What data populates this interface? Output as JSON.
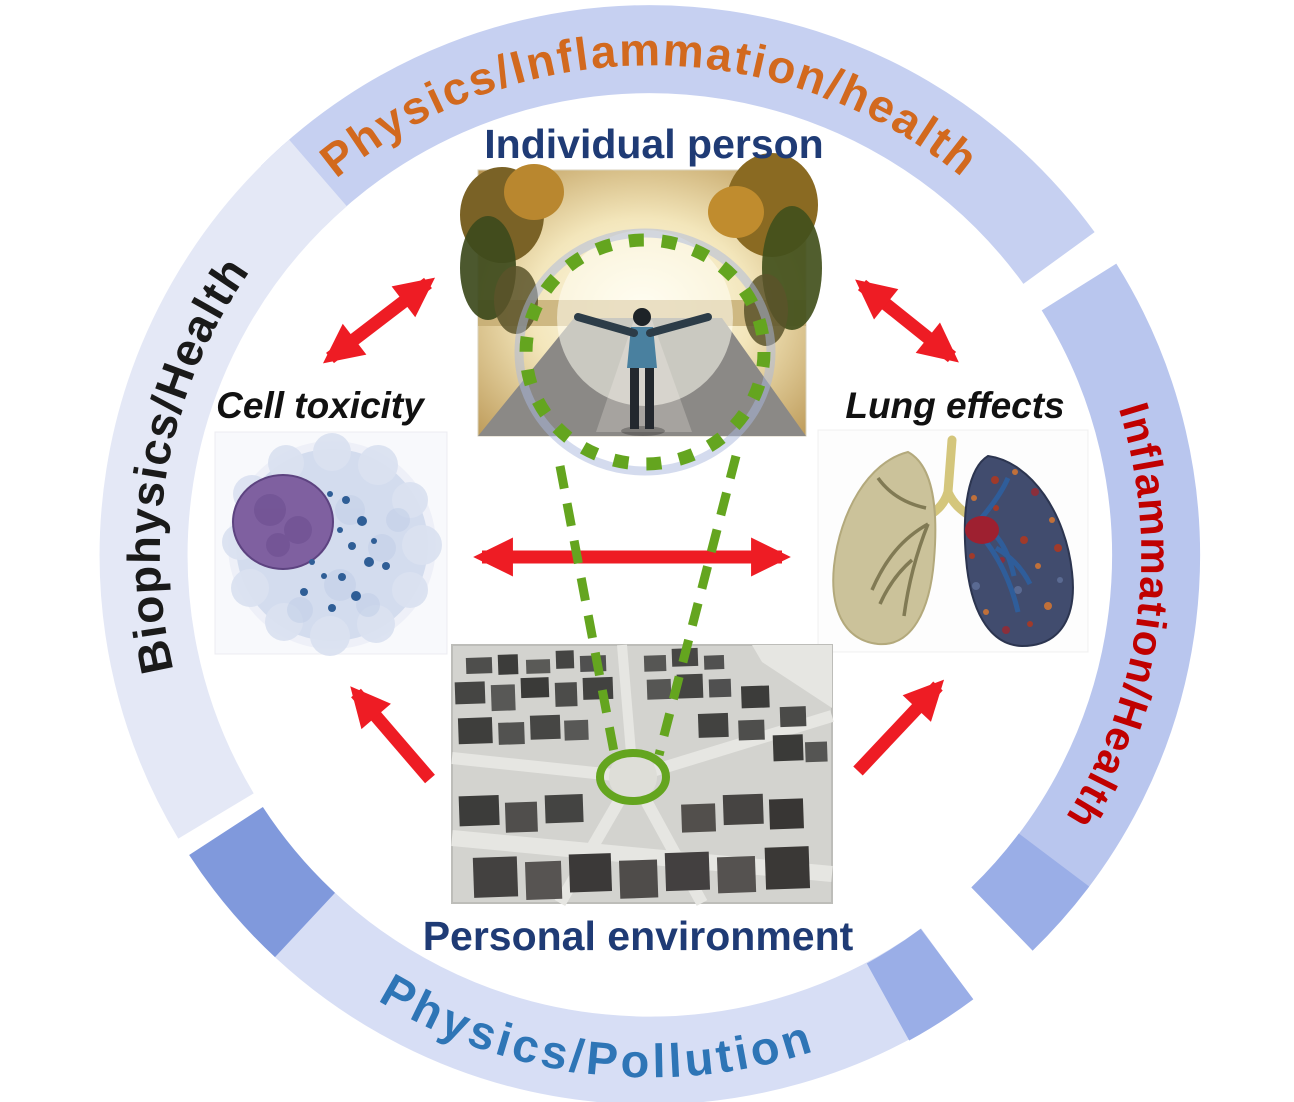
{
  "diagram": {
    "title_context": "circular concept diagram linking environment, person, cells and lungs",
    "ring": {
      "top_arc": {
        "label": "Physics/Inflammation/health",
        "text_color": "#d2691e",
        "band_color": "#c6d0f1"
      },
      "right_arc": {
        "label": "Inflammation/Health",
        "text_color": "#c00000",
        "band_color": "#b9c6ee"
      },
      "bottom_arc": {
        "label": "Physics/Pollution",
        "text_color": "#2e75b6",
        "band_color": "#d7def5"
      },
      "left_arc": {
        "label": "Biophysics/Health",
        "text_color": "#1a1a1a",
        "band_color": "#e4e8f6"
      },
      "accent_color": "#8099dc"
    },
    "nodes": {
      "individual_person": {
        "label": "Individual person",
        "label_color": "#1f3b75",
        "image": "person with outstretched arms on a tree-lined sunlit road, ringed by green dashed circle"
      },
      "cell_toxicity": {
        "label": "Cell toxicity",
        "label_color": "#111111",
        "image": "stained cell with purple nucleus and blue granules"
      },
      "lung_effects": {
        "label": "Lung effects",
        "label_color": "#111111",
        "image": "two lungs: beige airway cast (left) and multicoloured speckled lung (right)"
      },
      "personal_environment": {
        "label": "Personal environment",
        "label_color": "#1f3b75",
        "image": "grayscale 3D aerial city model with green-circled location"
      }
    },
    "edges": [
      {
        "from": "individual_person",
        "to": "cell_toxicity",
        "style": "red-double-arrow"
      },
      {
        "from": "individual_person",
        "to": "lung_effects",
        "style": "red-double-arrow"
      },
      {
        "from": "cell_toxicity",
        "to": "lung_effects",
        "style": "red-double-arrow"
      },
      {
        "from": "personal_environment",
        "to": "cell_toxicity",
        "style": "red-single-arrow"
      },
      {
        "from": "personal_environment",
        "to": "lung_effects",
        "style": "red-single-arrow"
      },
      {
        "from": "individual_person",
        "to": "personal_environment",
        "style": "green-dashed-magnification-cone"
      }
    ],
    "colors": {
      "arrow_red": "#ee1c24",
      "cone_green": "#64a51f",
      "bubble_blue": "#a9b8dd"
    }
  }
}
